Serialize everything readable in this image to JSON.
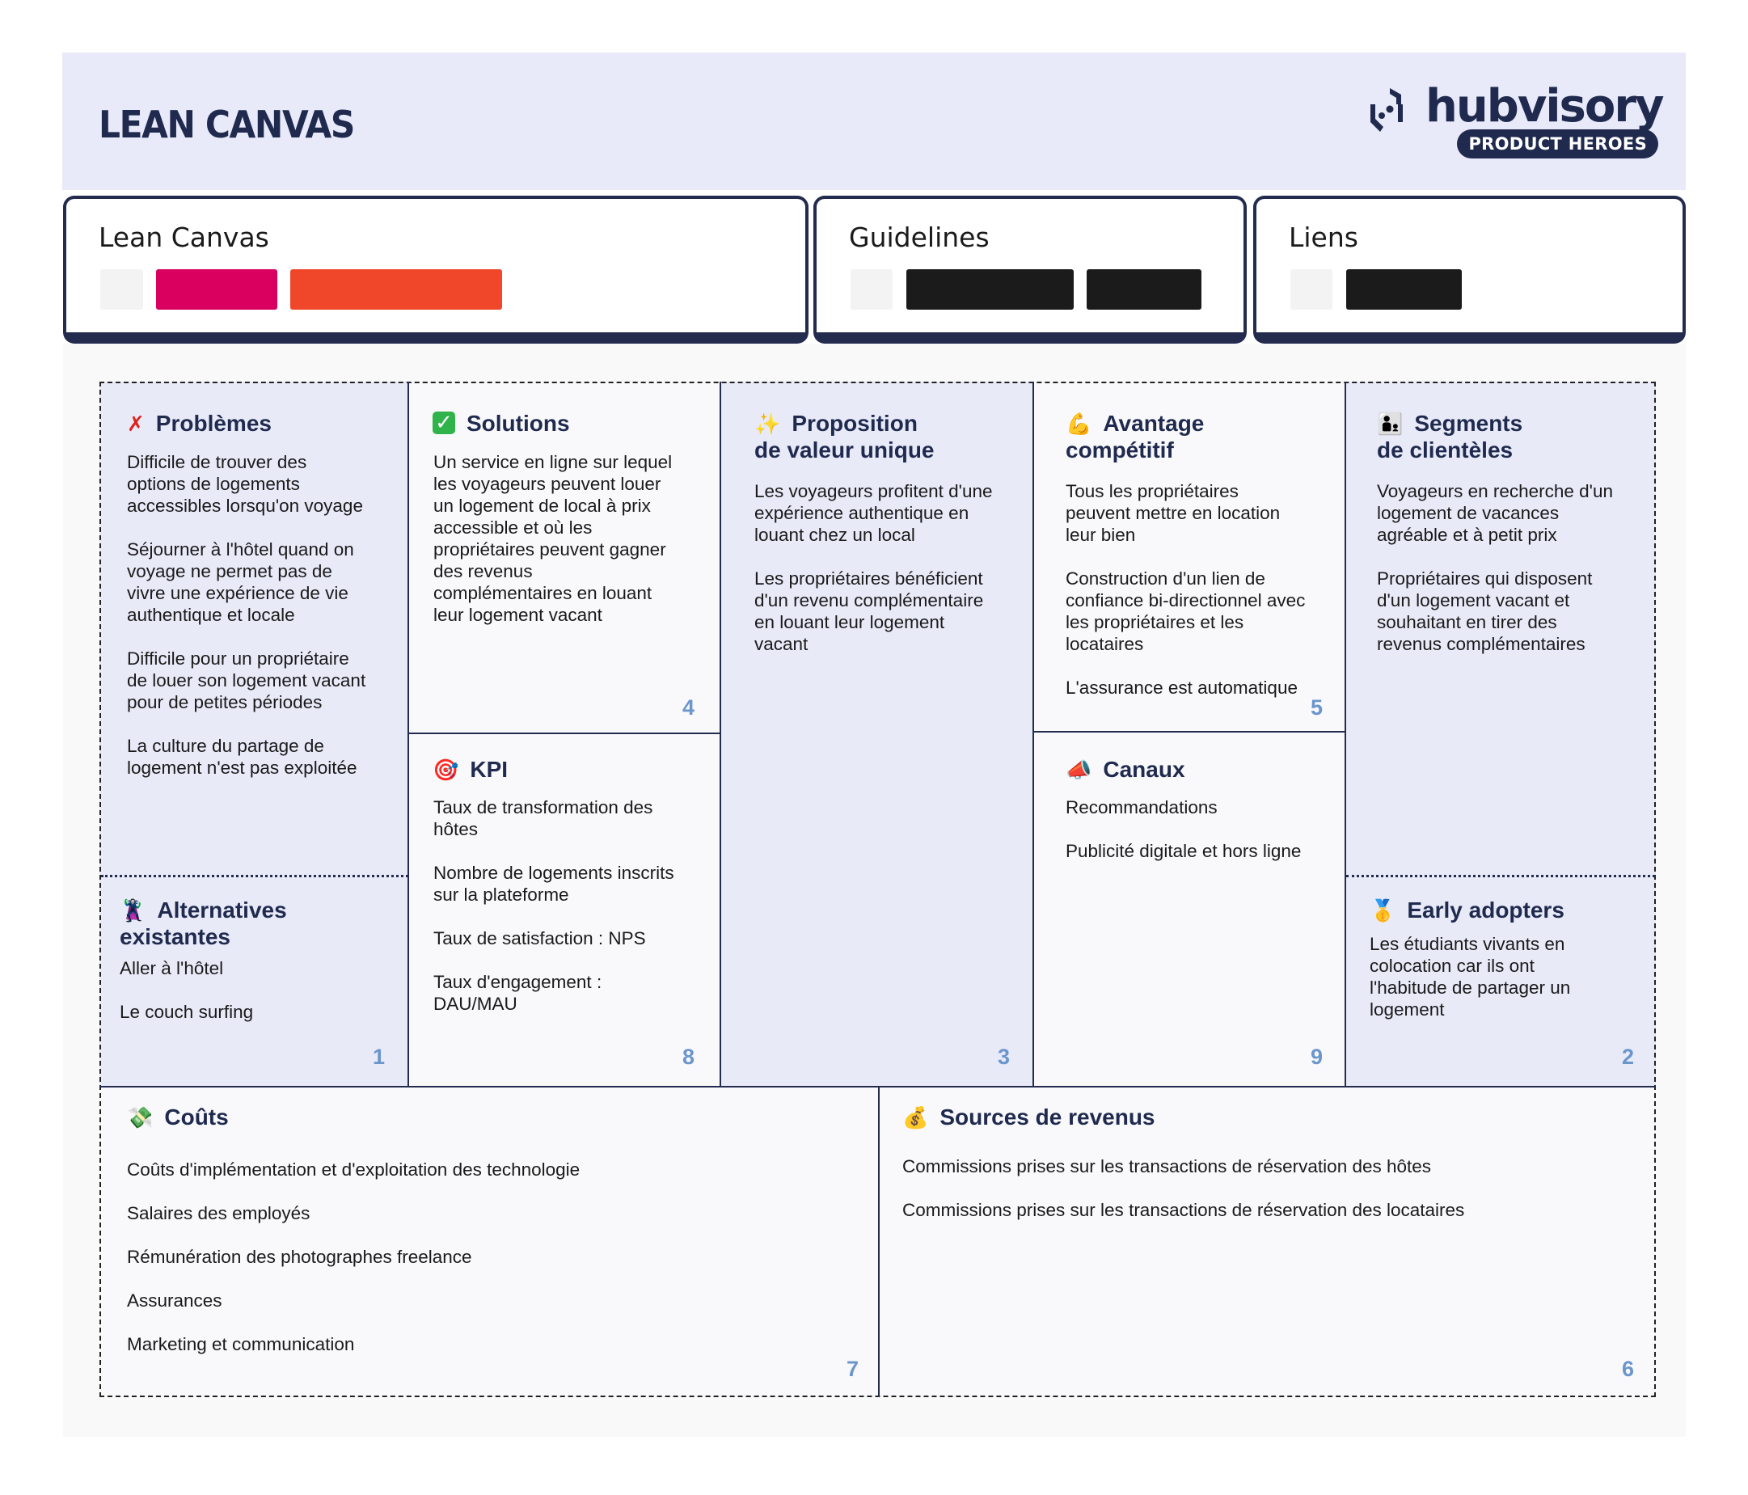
{
  "header": {
    "title": "LEAN CANVAS",
    "logo": {
      "wordmark": "hubvisory",
      "tagline": "PRODUCT HEROES"
    }
  },
  "tabs": [
    {
      "label": "Lean Canvas",
      "tags": [
        {
          "color": "#f3f3f3"
        },
        {
          "color": "#d9005f"
        },
        {
          "color": "#f0472a"
        }
      ]
    },
    {
      "label": "Guidelines",
      "tags": [
        {
          "color": "#f3f3f3"
        },
        {
          "color": "#1b1b1b"
        },
        {
          "color": "#1b1b1b"
        }
      ]
    },
    {
      "label": "Liens",
      "tags": [
        {
          "color": "#f3f3f3"
        },
        {
          "color": "#1b1b1b"
        }
      ]
    }
  ],
  "canvas": {
    "problems": {
      "icon": "✗",
      "title": "Problèmes",
      "number": "1",
      "items": [
        "Difficile de trouver des options de logements accessibles lorsqu'on voyage",
        "Séjourner à l'hôtel quand on voyage ne permet pas de vivre une expérience de vie authentique et locale",
        "Difficile pour un propriétaire de louer son logement vacant pour de petites périodes",
        "La culture du partage de logement n'est pas exploitée"
      ]
    },
    "alternatives": {
      "icon": "🦹",
      "title_line1": "Alternatives",
      "title_line2": "existantes",
      "items": [
        "Aller à l'hôtel",
        "Le couch surfing"
      ]
    },
    "solutions": {
      "icon": "✓",
      "title": "Solutions",
      "number": "4",
      "items": [
        "Un service en ligne sur lequel les voyageurs peuvent louer un logement de local à prix accessible et où les propriétaires peuvent gagner des revenus complémentaires en louant leur logement vacant"
      ]
    },
    "kpi": {
      "icon": "🎯",
      "title": "KPI",
      "number": "8",
      "items": [
        "Taux de transformation des hôtes",
        "Nombre de logements inscrits sur la plateforme",
        "Taux de satisfaction : NPS",
        "Taux d'engagement : DAU/MAU"
      ]
    },
    "uvp": {
      "icon": "✨",
      "title_line1": "Proposition",
      "title_line2": "de valeur unique",
      "number": "3",
      "items": [
        "Les voyageurs profitent d'une expérience authentique en louant chez un local",
        "Les propriétaires bénéficient d'un revenu complémentaire en louant leur logement vacant"
      ]
    },
    "advantage": {
      "icon": "💪",
      "title_line1": "Avantage",
      "title_line2": "compétitif",
      "number": "5",
      "items": [
        "Tous les propriétaires peuvent mettre en location leur bien",
        "Construction d'un lien de confiance bi-directionnel avec les propriétaires et les locataires",
        "L'assurance est automatique"
      ]
    },
    "channels": {
      "icon": "📣",
      "title": "Canaux",
      "number": "9",
      "items": [
        "Recommandations",
        "Publicité digitale et hors ligne"
      ]
    },
    "segments": {
      "icon": "👨‍👦",
      "title_line1": "Segments",
      "title_line2": "de clientèles",
      "number": "2",
      "items": [
        "Voyageurs en recherche d'un logement de vacances agréable et à petit prix",
        "Propriétaires qui disposent d'un logement vacant et souhaitant en tirer des revenus complémentaires"
      ]
    },
    "early_adopters": {
      "icon": "🥇",
      "title": "Early adopters",
      "items": [
        "Les étudiants vivants en colocation car ils ont l'habitude de partager un logement"
      ]
    },
    "costs": {
      "icon": "💸",
      "title": "Coûts",
      "number": "7",
      "items": [
        "Coûts d'implémentation et d'exploitation des technologie",
        "Salaires des employés",
        "Rémunération des photographes freelance",
        "Assurances",
        "Marketing et communication"
      ]
    },
    "revenue": {
      "icon": "💰",
      "title": "Sources de revenus",
      "number": "6",
      "items": [
        "Commissions prises sur les transactions de réservation des hôtes",
        "Commissions prises sur les transactions de réservation des locataires"
      ]
    }
  },
  "colors": {
    "navy": "#1f2a4e",
    "header_bg": "#e8eaf9",
    "tint_cell": "#e8eaf8",
    "plain_cell": "#f9f9fb",
    "cell_number": "#6b96cd",
    "problem_icon": "#e0201b",
    "solution_icon": "#2fb34a"
  }
}
